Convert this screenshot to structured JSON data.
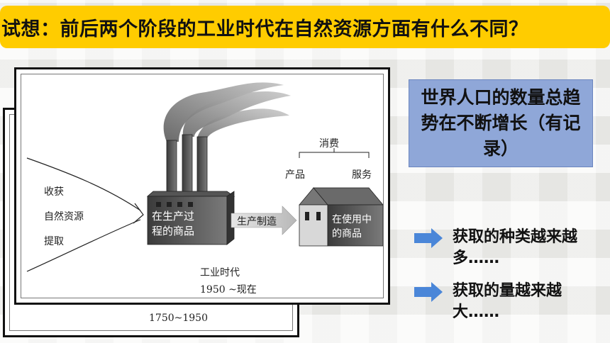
{
  "title": "试想：前后两个阶段的工业时代在自然资源方面有什么不同？",
  "back_figure": {
    "period": "1750~1950"
  },
  "front_figure": {
    "inputs": [
      "收获",
      "自然资源",
      "提取"
    ],
    "factory_label_line1": "在生产过",
    "factory_label_line2": "程的商品",
    "arrow_label": "生产制造",
    "consumption_label": "消费",
    "product_label": "产品",
    "service_label": "服务",
    "house_label_line1": "在使用中",
    "house_label_line2": "的商品",
    "era_title": "工业时代",
    "era_period": "1950 ~现在"
  },
  "info_box": {
    "text": "世界人口的数量总趋势在不断增长（有记录）"
  },
  "bullets": [
    {
      "text": "获取的种类越来越多……"
    },
    {
      "text": "获取的量越来越大……"
    }
  ],
  "colors": {
    "title_bg": "#ffcc00",
    "info_bg": "#8fa7d8",
    "arrow": "#4a86d8"
  }
}
